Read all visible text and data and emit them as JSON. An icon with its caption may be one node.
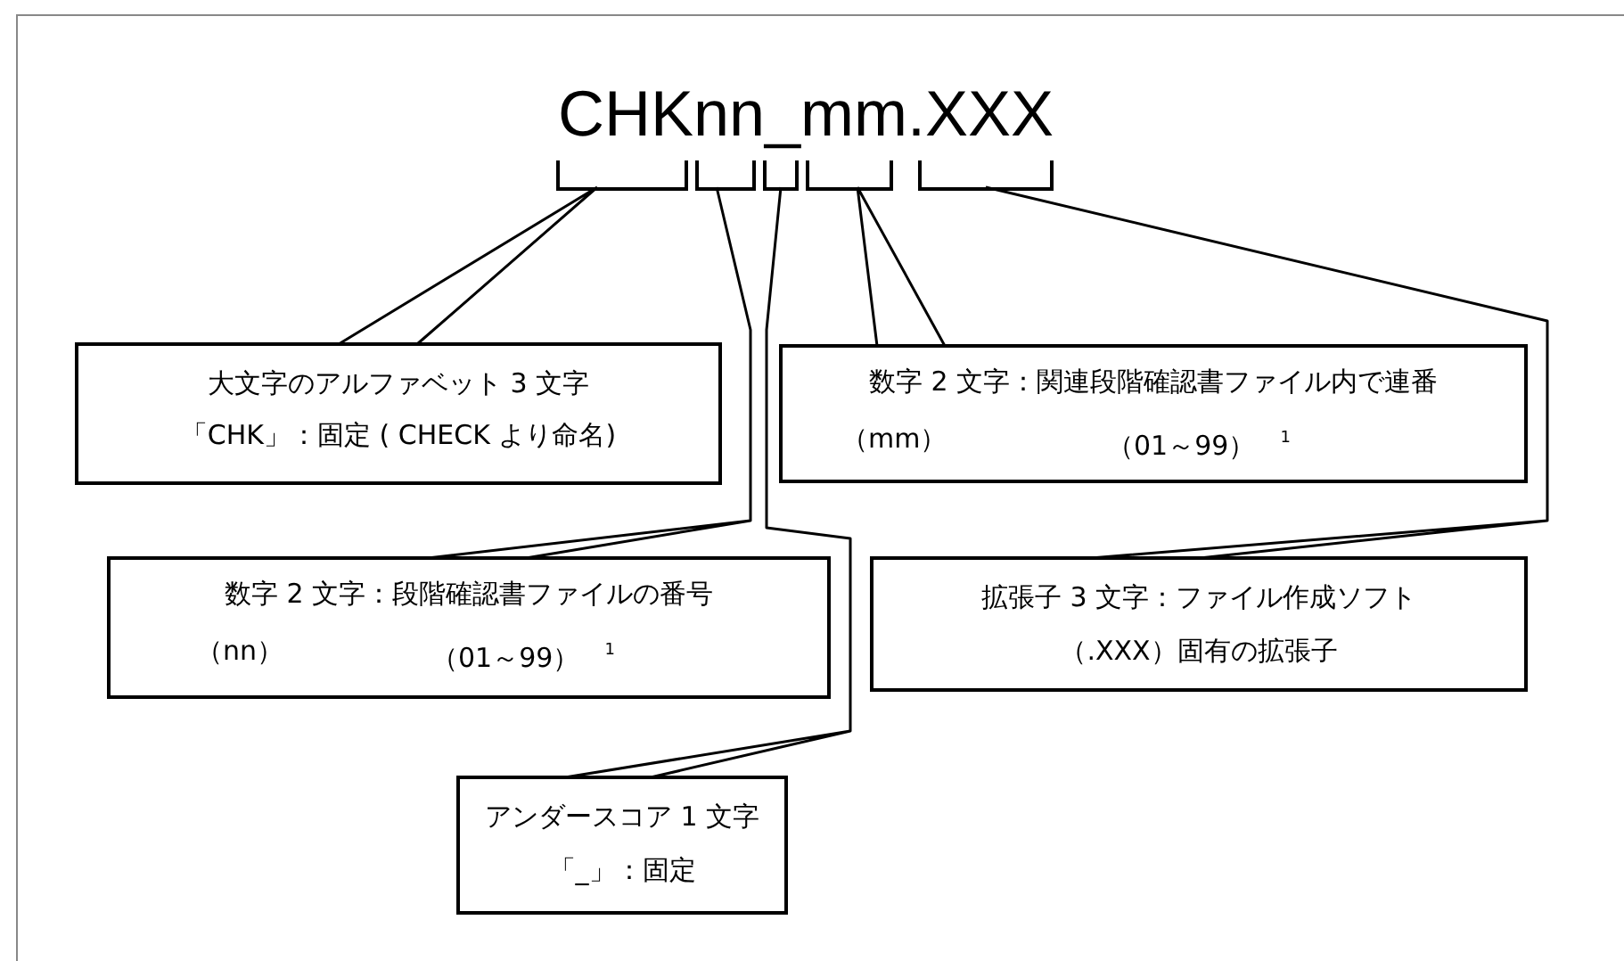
{
  "diagram": {
    "title": "CHKnn_mm.XXX",
    "nodes": [
      {
        "text": [],
        "shape": "bracket"
      },
      {
        "text": [],
        "shape": "bracket"
      },
      {
        "text": [],
        "shape": "bracket"
      },
      {
        "text": [],
        "shape": "bracket"
      },
      {
        "text": [],
        "shape": "bracket"
      },
      {
        "text": [
          "大文字のアルファベット 3 文字",
          "「CHK」：固定 ( CHECK より命名)"
        ]
      },
      {
        "text": [
          "数字 2 文字：関連段階確認書ファイル内で連番",
          "（mm）",
          "（01～99）$^{1}$"
        ]
      },
      {
        "text": [
          "数字 2 文字：段階確認書ファイルの番号",
          "（nn）",
          "（01～99）$^{1}$"
        ]
      },
      {
        "text": [
          "拡張子 3 文字：ファイル作成ソフト",
          "（.XXX）固有の拡張子"
        ]
      },
      {
        "text": [
          "アンダースコア 1 文字",
          "「_」：固定"
        ]
      }
    ],
    "edges": [
      {
        "from": 0,
        "to": 5,
        "arrow": "none"
      },
      {
        "from": 3,
        "to": 6,
        "arrow": "none"
      },
      {
        "from": 1,
        "to": 7,
        "arrow": "none"
      },
      {
        "from": 4,
        "to": 8,
        "arrow": "none"
      },
      {
        "from": 2,
        "to": 9,
        "arrow": "none"
      }
    ]
  }
}
